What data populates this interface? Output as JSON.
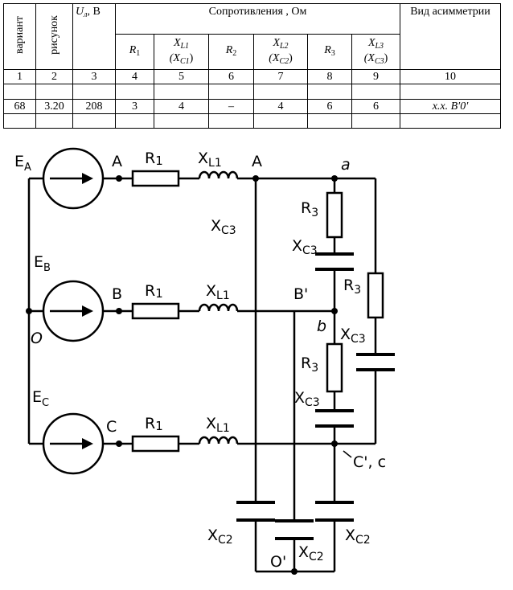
{
  "table": {
    "header": {
      "variant": "вариант",
      "figure": "рисунок",
      "ul_symbol": "U",
      "ul_sub": "л",
      "ul_unit": ", В",
      "resistances": "Сопротивления , Ом",
      "asym": "Вид асимметрии",
      "cols": [
        "R₁",
        "X",
        "R₂",
        "X",
        "R₃",
        "X"
      ],
      "col_R1": "R",
      "col_XL1": "X",
      "col_XL1_sub": "L1",
      "col_XC1": "(X",
      "col_XC1_sub": "C1",
      "col_R2": "R",
      "col_XL2": "X",
      "col_XL2_sub": "L2",
      "col_XC2": "(X",
      "col_XC2_sub": "C2",
      "col_R3": "R",
      "col_XL3": "X",
      "col_XL3_sub": "L3",
      "col_XC3": "(X",
      "col_XC3_sub": "C3",
      "sub1": "1",
      "sub2": "2",
      "sub3": "3",
      "close": ")"
    },
    "numbers": [
      "1",
      "2",
      "3",
      "4",
      "5",
      "6",
      "7",
      "8",
      "9",
      "10"
    ],
    "row": {
      "variant": "68",
      "figure": "3.20",
      "ul": "208",
      "r1": "3",
      "xl1": "4",
      "r2": "–",
      "xl2": "4",
      "r3": "6",
      "xl3": "6",
      "asym": "х.х. B′0′"
    }
  },
  "diagram": {
    "labels": {
      "EA": "E",
      "EA_sub": "A",
      "EB": "E",
      "EB_sub": "B",
      "EC": "E",
      "EC_sub": "C",
      "O": "O",
      "A_left": "A",
      "B_left": "B",
      "C_left": "C",
      "R1": "R",
      "R1_sub": "1",
      "XL1": "X",
      "XL1_sub": "L1",
      "A_node": "A",
      "a_node": "a",
      "b_node": "b",
      "Bprime": "B'",
      "Cc": "C', c",
      "Oprime": "O'",
      "XC3": "X",
      "XC3_sub": "C3",
      "R3": "R",
      "R3_sub": "3",
      "XC2": "X",
      "XC2_sub": "C2"
    }
  }
}
